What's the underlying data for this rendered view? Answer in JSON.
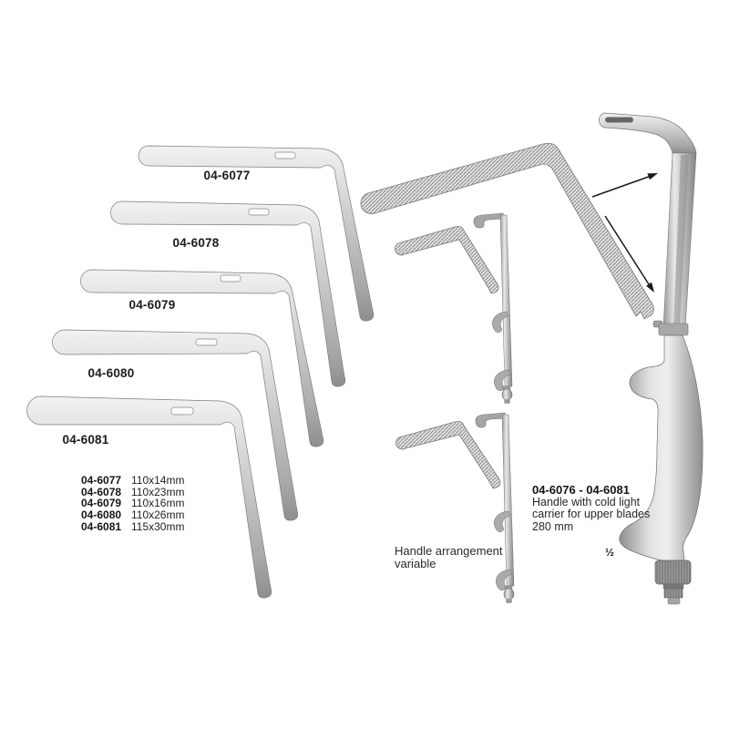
{
  "page": {
    "kind": "surgical instrument catalog page",
    "background": "#ffffff"
  },
  "products": {
    "blades": [
      {
        "code": "04-6077",
        "size": "110x14mm"
      },
      {
        "code": "04-6078",
        "size": "110x23mm"
      },
      {
        "code": "04-6079",
        "size": "110x16mm"
      },
      {
        "code": "04-6080",
        "size": "110x26mm"
      },
      {
        "code": "04-6081",
        "size": "115x30mm"
      }
    ],
    "handle": {
      "code_range": "04-6076 - 04-6081",
      "description_lines": [
        "Handle with cold light",
        "carrier for upper blades",
        "280 mm"
      ],
      "scale": "½"
    },
    "note": {
      "lines": [
        "Handle arrangement",
        "variable"
      ]
    }
  },
  "colors": {
    "background": "#ffffff",
    "metal_light": "#f0f0f0",
    "metal_mid": "#c4c4c4",
    "metal_dark": "#8e8e8e",
    "outline": "#757575",
    "serration_bg": "#e2e2e2",
    "serration_line": "#8d8d8d",
    "text": "#1b1b1b",
    "arrow": "#1a1a1a"
  }
}
